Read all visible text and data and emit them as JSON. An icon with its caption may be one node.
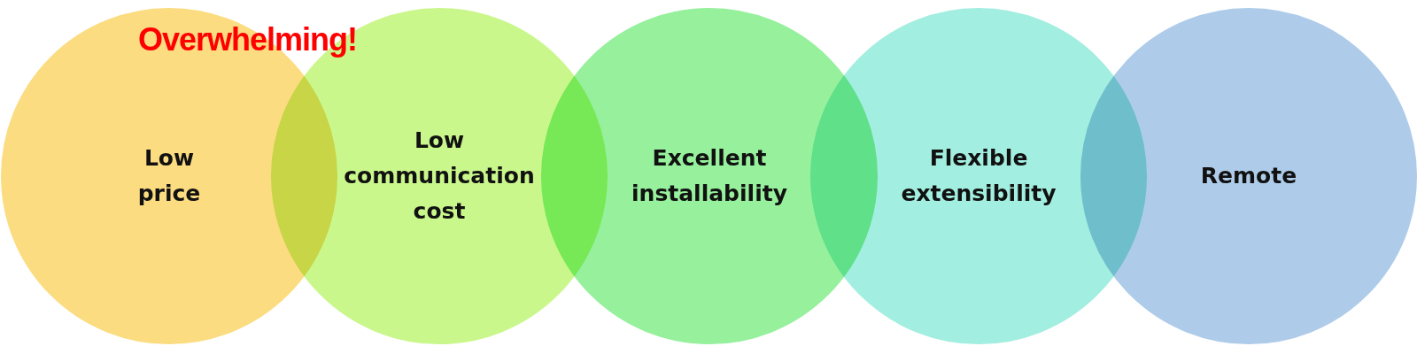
{
  "diagram": {
    "nodes": [
      {
        "text": [
          "Low price"
        ]
      },
      {
        "text": [
          "Low communication cost"
        ]
      },
      {
        "text": [
          "Excellent installability"
        ]
      },
      {
        "text": [
          "Flexible extensibility"
        ]
      },
      {
        "text": [
          "Remote"
        ]
      }
    ],
    "labels": [
      "Overwhelming!"
    ]
  }
}
